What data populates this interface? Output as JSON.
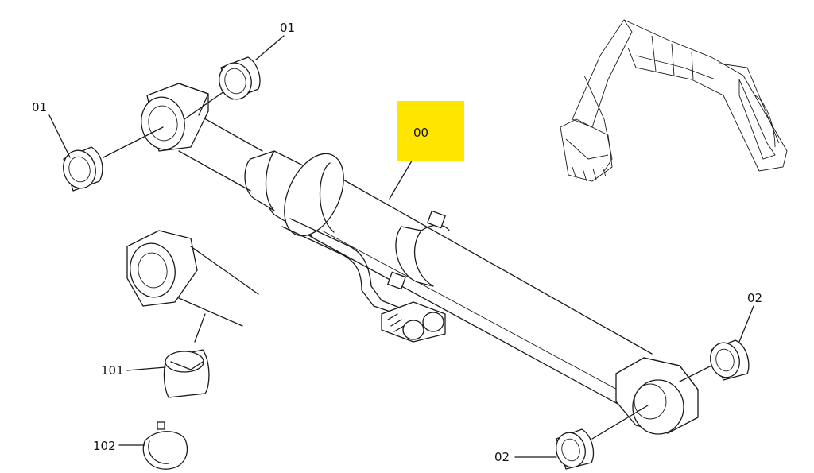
{
  "callouts": {
    "part_00": "00",
    "part_01_top": "01",
    "part_01_left": "01",
    "part_02_right": "02",
    "part_02_bottom": "02",
    "part_101": "101",
    "part_102": "102"
  },
  "colors": {
    "highlight": "#FFE600",
    "line": "#1A1A1A",
    "background": "#FFFFFF"
  }
}
